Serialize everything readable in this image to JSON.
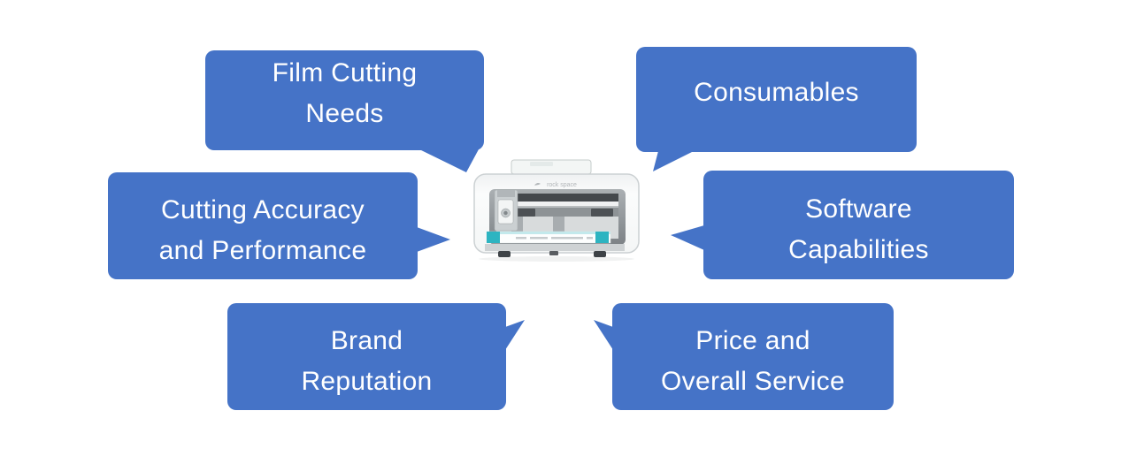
{
  "diagram": {
    "type": "product-callout-diagram",
    "accent_color": "#4573C7",
    "text_color": "#FFFFFF",
    "background_color": "#FFFFFF",
    "center": {
      "device_brand": "rock space",
      "device_icon": "film-cutting-machine-illustration",
      "film_color": "#2DB4C1"
    },
    "callouts": [
      {
        "id": "film-cutting-needs",
        "position": "top-left",
        "lines": [
          "Film Cutting",
          "Needs"
        ]
      },
      {
        "id": "consumables",
        "position": "top-right",
        "lines": [
          "Consumables"
        ]
      },
      {
        "id": "cutting-accuracy-and-performance",
        "position": "middle-left",
        "lines": [
          "Cutting Accuracy",
          "and Performance"
        ]
      },
      {
        "id": "software-capabilities",
        "position": "middle-right",
        "lines": [
          "Software",
          "Capabilities"
        ]
      },
      {
        "id": "brand-reputation",
        "position": "bottom-left",
        "lines": [
          "Brand",
          "Reputation"
        ]
      },
      {
        "id": "price-and-overall-service",
        "position": "bottom-right",
        "lines": [
          "Price and",
          "Overall Service"
        ]
      }
    ]
  }
}
